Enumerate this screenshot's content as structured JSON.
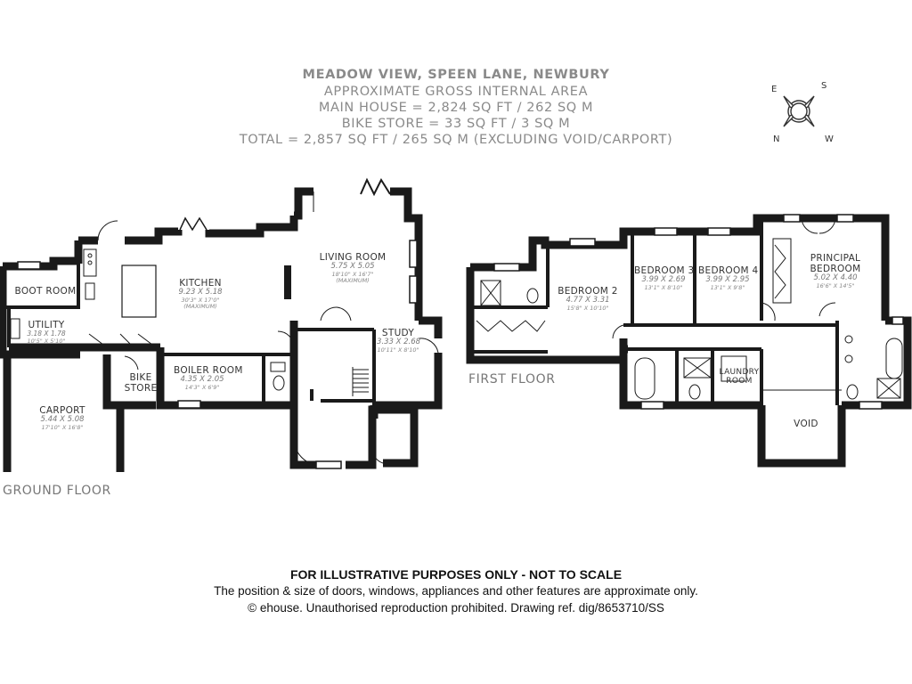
{
  "header": {
    "title": "MEADOW VIEW, SPEEN LANE, NEWBURY",
    "subtitle": "APPROXIMATE GROSS INTERNAL AREA",
    "main_house": "MAIN HOUSE = 2,824 SQ FT / 262 SQ M",
    "bike_store": "BIKE STORE = 33 SQ FT / 3 SQ M",
    "total": "TOTAL = 2,857 SQ FT / 265 SQ M (EXCLUDING VOID/CARPORT)"
  },
  "compass": {
    "e": "E",
    "s": "S",
    "n": "N",
    "w": "W"
  },
  "ground_floor": {
    "label": "GROUND FLOOR",
    "rooms": {
      "boot_room": {
        "name": "BOOT ROOM"
      },
      "utility": {
        "name": "UTILITY",
        "metric": "3.18 X 1.78",
        "imperial": "10'5\" X 5'10\""
      },
      "kitchen": {
        "name": "KITCHEN",
        "metric": "9.23 X 5.18",
        "imperial": "30'3\" X 17'0\"",
        "note": "(MAXIMUM)"
      },
      "living_room": {
        "name": "LIVING ROOM",
        "metric": "5.75 X 5.05",
        "imperial": "18'10\" X 16'7\"",
        "note": "(MAXIMUM)"
      },
      "study": {
        "name": "STUDY",
        "metric": "3.33 X 2.68",
        "imperial": "10'11\" X 8'10\""
      },
      "boiler_room": {
        "name": "BOILER ROOM",
        "metric": "4.35 X 2.05",
        "imperial": "14'3\" X 6'9\""
      },
      "bike_store": {
        "name_line1": "BIKE",
        "name_line2": "STORE"
      },
      "carport": {
        "name": "CARPORT",
        "metric": "5.44 X 5.08",
        "imperial": "17'10\" X 16'8\""
      }
    }
  },
  "first_floor": {
    "label": "FIRST FLOOR",
    "rooms": {
      "bedroom_2": {
        "name": "BEDROOM 2",
        "metric": "4.77 X 3.31",
        "imperial": "15'8\" X 10'10\""
      },
      "bedroom_3": {
        "name": "BEDROOM 3",
        "metric": "3.99 X 2.69",
        "imperial": "13'1\" X 8'10\""
      },
      "bedroom_4": {
        "name": "BEDROOM 4",
        "metric": "3.99 X 2.95",
        "imperial": "13'1\" X 9'8\""
      },
      "principal_bedroom": {
        "name_line1": "PRINCIPAL",
        "name_line2": "BEDROOM",
        "metric": "5.02 X 4.40",
        "imperial": "16'6\" X 14'5\""
      },
      "laundry_room": {
        "name_line1": "LAUNDRY",
        "name_line2": "ROOM"
      },
      "void": {
        "name": "VOID"
      }
    }
  },
  "footer": {
    "disclaimer": "FOR ILLUSTRATIVE PURPOSES ONLY - NOT TO SCALE",
    "note": "The position & size of doors, windows, appliances and other features are approximate only.",
    "copyright": "© ehouse. Unauthorised reproduction prohibited. Drawing ref. dig/8653710/SS"
  }
}
